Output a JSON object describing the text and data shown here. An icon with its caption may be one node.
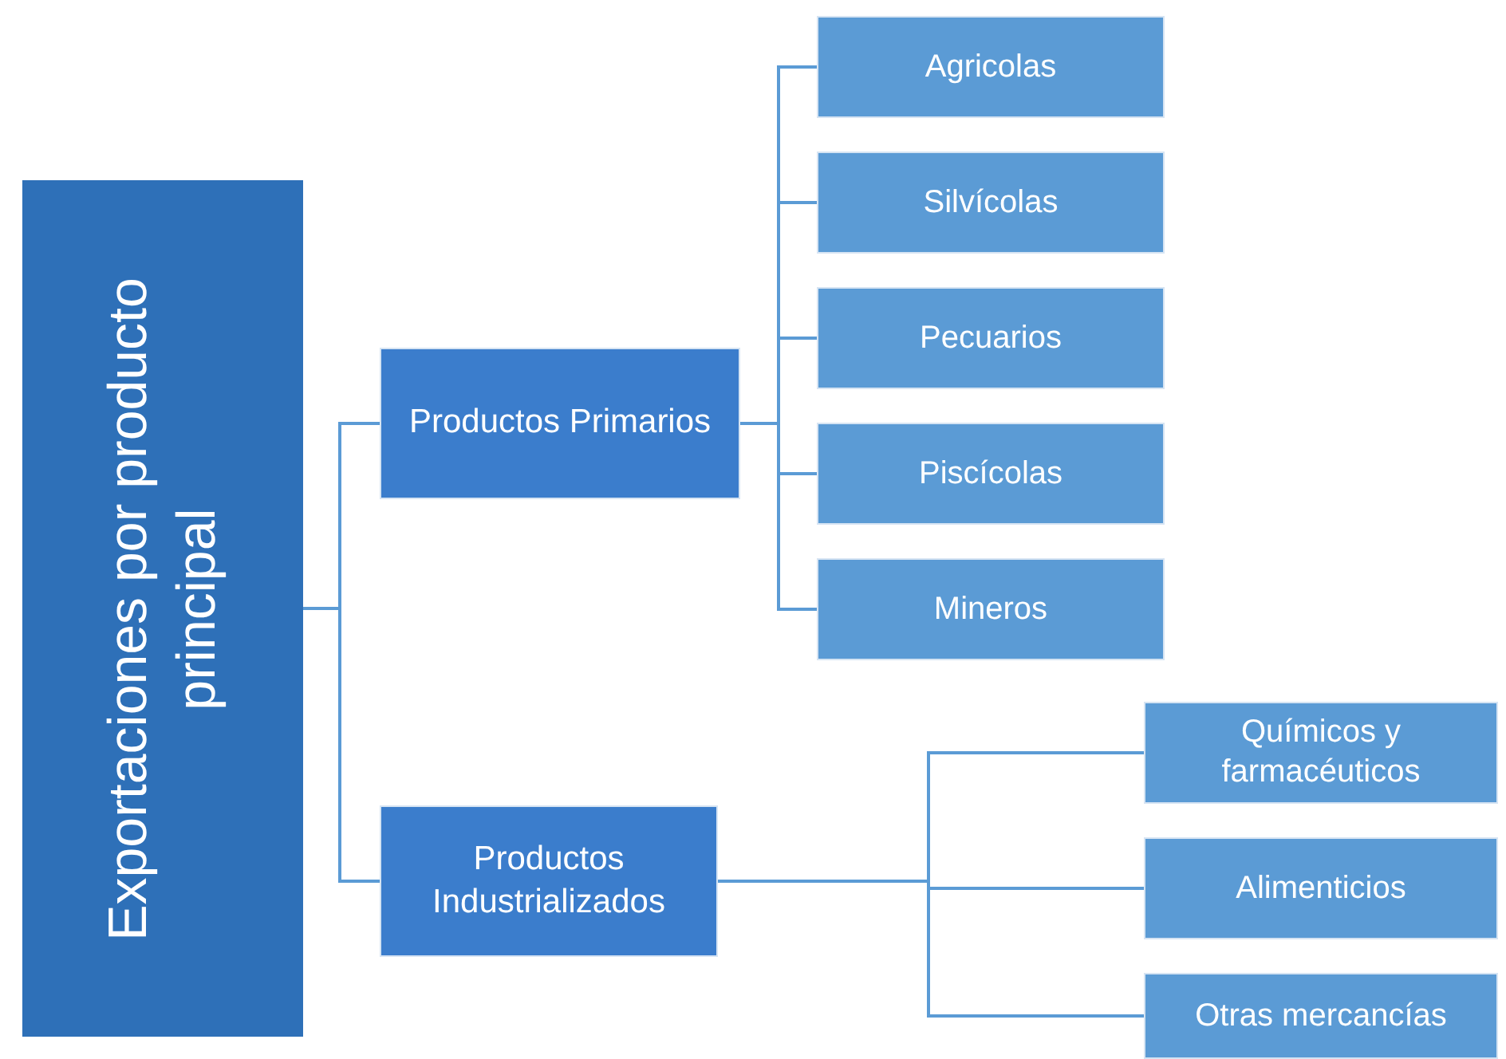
{
  "diagram": {
    "nodes": [
      {
        "text": [
          "Exportaciones por producto principal"
        ]
      },
      {
        "text": [
          "Productos Primarios"
        ]
      },
      {
        "text": [
          "Productos Industrializados"
        ]
      },
      {
        "text": [
          "Agricolas"
        ]
      },
      {
        "text": [
          "Silvícolas"
        ]
      },
      {
        "text": [
          "Pecuarios"
        ]
      },
      {
        "text": [
          "Piscícolas"
        ]
      },
      {
        "text": [
          "Mineros"
        ]
      },
      {
        "text": [
          "Químicos y farmacéuticos"
        ]
      },
      {
        "text": [
          "Alimenticios"
        ]
      },
      {
        "text": [
          "Otras mercancías"
        ]
      }
    ],
    "edges": [
      {
        "from": 0,
        "to": 1,
        "arrow": "none"
      },
      {
        "from": 0,
        "to": 2,
        "arrow": "none"
      },
      {
        "from": 1,
        "to": 3,
        "arrow": "none"
      },
      {
        "from": 1,
        "to": 4,
        "arrow": "none"
      },
      {
        "from": 1,
        "to": 5,
        "arrow": "none"
      },
      {
        "from": 1,
        "to": 6,
        "arrow": "none"
      },
      {
        "from": 1,
        "to": 7,
        "arrow": "none"
      },
      {
        "from": 2,
        "to": 8,
        "arrow": "none"
      },
      {
        "from": 2,
        "to": 9,
        "arrow": "none"
      },
      {
        "from": 2,
        "to": 10,
        "arrow": "none"
      }
    ]
  }
}
